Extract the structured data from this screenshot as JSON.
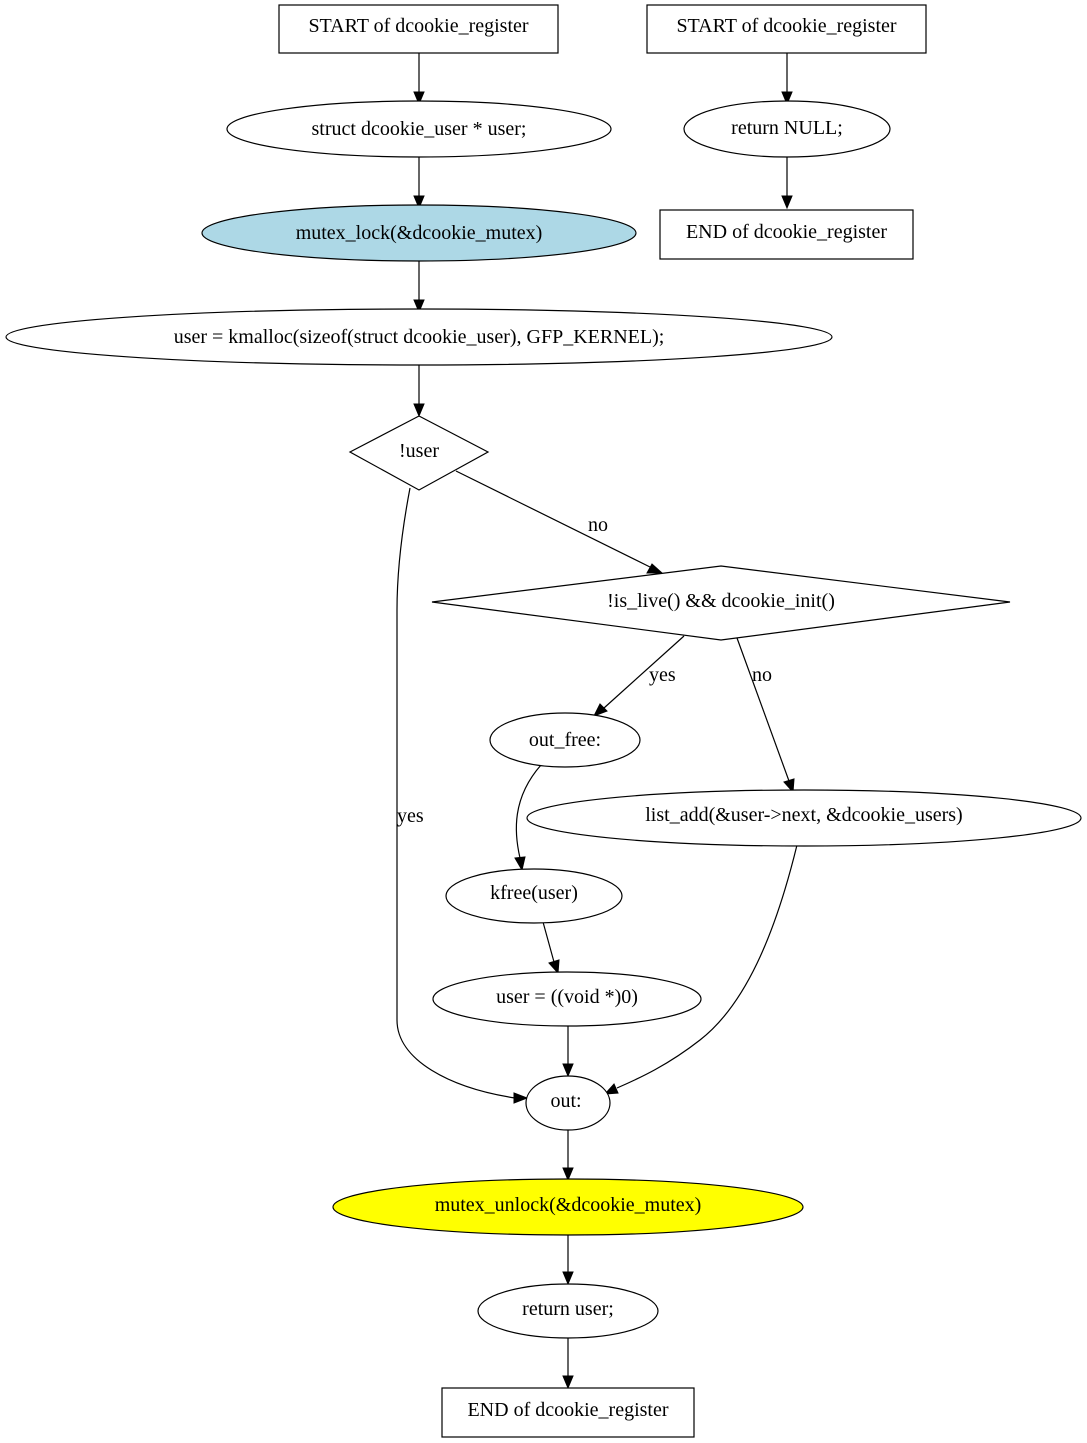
{
  "colors": {
    "mutex_lock_fill": "#add8e6",
    "mutex_unlock_fill": "#ffff00",
    "default_fill": "#ffffff",
    "stroke": "#000000"
  },
  "nodes": {
    "start_main": "START of dcookie_register",
    "decl_user": "struct dcookie_user * user;",
    "mutex_lock": "mutex_lock(&dcookie_mutex)",
    "kmalloc": "user = kmalloc(sizeof(struct dcookie_user), GFP_KERNEL);",
    "cond_user": "!user",
    "cond_live": "!is_live() && dcookie_init()",
    "out_free": "out_free:",
    "list_add": "list_add(&user->next, &dcookie_users)",
    "kfree": "kfree(user)",
    "user_null": "user = ((void *)0)",
    "out": "out:",
    "mutex_unlock": "mutex_unlock(&dcookie_mutex)",
    "return_user": "return user;",
    "end_main": "END of dcookie_register",
    "start_alt": "START of dcookie_register",
    "return_null": "return NULL;",
    "end_alt": "END of dcookie_register"
  },
  "edge_labels": {
    "user_no": "no",
    "user_yes": "yes",
    "live_yes": "yes",
    "live_no": "no"
  }
}
